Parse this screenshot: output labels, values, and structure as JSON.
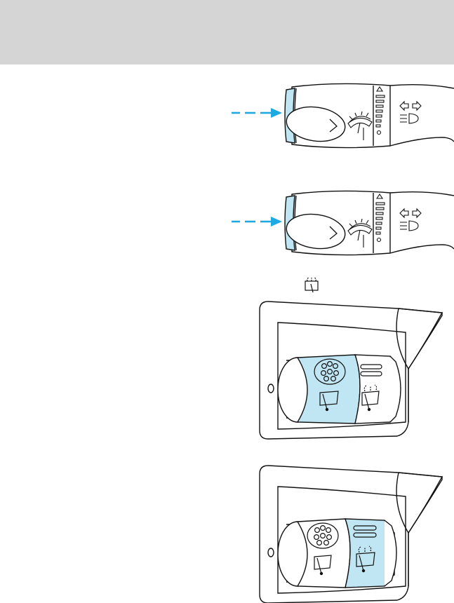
{
  "colors": {
    "header_band": "#d5d5d5",
    "highlight": "#bfe6f2",
    "arrow": "#1fa9e1",
    "line": "#111111"
  },
  "figures": [
    {
      "name": "wiper-stalk-press-1",
      "icons": [
        "dashed-arrow-icon",
        "washer-end-button",
        "wiper-symbol-icon",
        "speed-scale-icon",
        "turn-signal-icon",
        "headlamp-icon"
      ]
    },
    {
      "name": "wiper-stalk-press-2",
      "icons": [
        "dashed-arrow-icon",
        "washer-end-button",
        "wiper-symbol-icon",
        "speed-scale-icon",
        "turn-signal-icon",
        "headlamp-icon"
      ]
    },
    {
      "name": "rear-wiper-symbol",
      "icons": [
        "rear-wiper-icon"
      ]
    },
    {
      "name": "rear-wiper-control-pod-1",
      "highlight": "left-roller",
      "icons": [
        "washer-nozzle-icon",
        "rear-wiper-icon",
        "rear-washer-icon"
      ]
    },
    {
      "name": "rear-wiper-control-pod-2",
      "highlight": "right-roller",
      "icons": [
        "washer-nozzle-icon",
        "rear-wiper-icon",
        "rear-washer-icon"
      ]
    }
  ]
}
